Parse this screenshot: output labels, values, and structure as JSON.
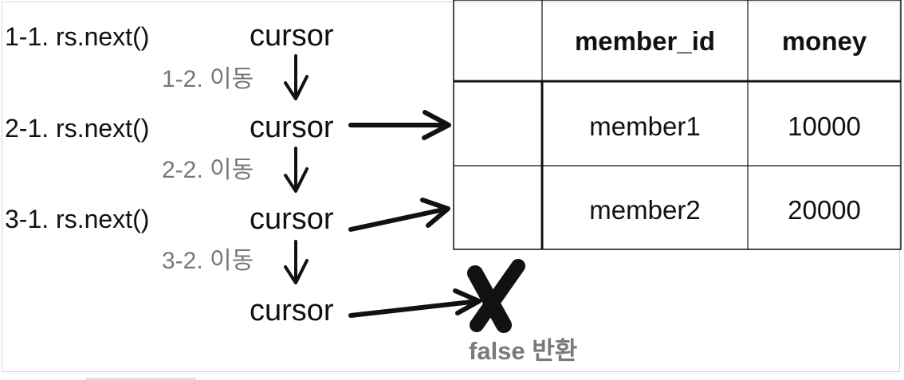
{
  "steps": [
    {
      "call": "1-1. rs.next()",
      "cursor": "cursor",
      "move": "1-2. 이동"
    },
    {
      "call": "2-1. rs.next()",
      "cursor": "cursor",
      "move": "2-2. 이동"
    },
    {
      "call": "3-1. rs.next()",
      "cursor": "cursor",
      "move": "3-2. 이동"
    },
    {
      "cursor": "cursor"
    }
  ],
  "table": {
    "columns": [
      "",
      "member_id",
      "money"
    ],
    "rows": [
      [
        "",
        "member1",
        "10000"
      ],
      [
        "",
        "member2",
        "20000"
      ]
    ]
  },
  "result": {
    "label": "false 반환"
  },
  "colors": {
    "ink": "#111111",
    "muted": "#777777",
    "border": "#d6d6d6"
  }
}
